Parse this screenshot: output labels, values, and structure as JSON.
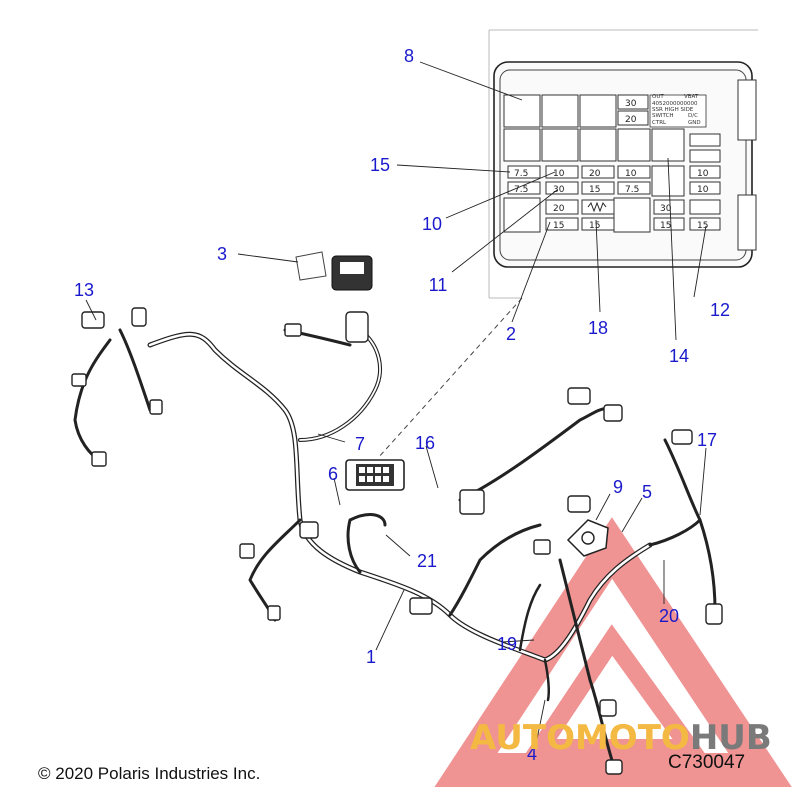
{
  "callouts": {
    "c1": "1",
    "c2": "2",
    "c3": "3",
    "c4": "4",
    "c5": "5",
    "c6": "6",
    "c7": "7",
    "c8": "8",
    "c9": "9",
    "c10": "10",
    "c11": "11",
    "c12": "12",
    "c13": "13",
    "c14": "14",
    "c15": "15",
    "c16": "16",
    "c17": "17",
    "c18": "18",
    "c19": "19",
    "c20": "20",
    "c21": "21"
  },
  "fuse_box": {
    "fuse_ratings": [
      "30",
      "20",
      "7.5",
      "10",
      "20",
      "10",
      "10",
      "7.5",
      "30",
      "15",
      "7.5",
      "10",
      "20",
      "30",
      "15",
      "15",
      "15",
      "15"
    ],
    "label_out": "OUT",
    "label_vbat": "VBAT",
    "label_code": "4052000000000",
    "label_ssr": "SSR HIGH SIDE",
    "label_switch": "SWITCH",
    "label_dc": "D/C",
    "label_ctrl": "CTRL",
    "label_gnd": "GND"
  },
  "footer": {
    "copyright": "© 2020 Polaris Industries Inc.",
    "figure_code": "C730047"
  },
  "watermark": {
    "part_a": "AUTOMOTO",
    "part_b": "HUB",
    "color_a": "#f4b942",
    "color_b": "#7a7a7a",
    "triangle_color": "#e23b3b"
  }
}
